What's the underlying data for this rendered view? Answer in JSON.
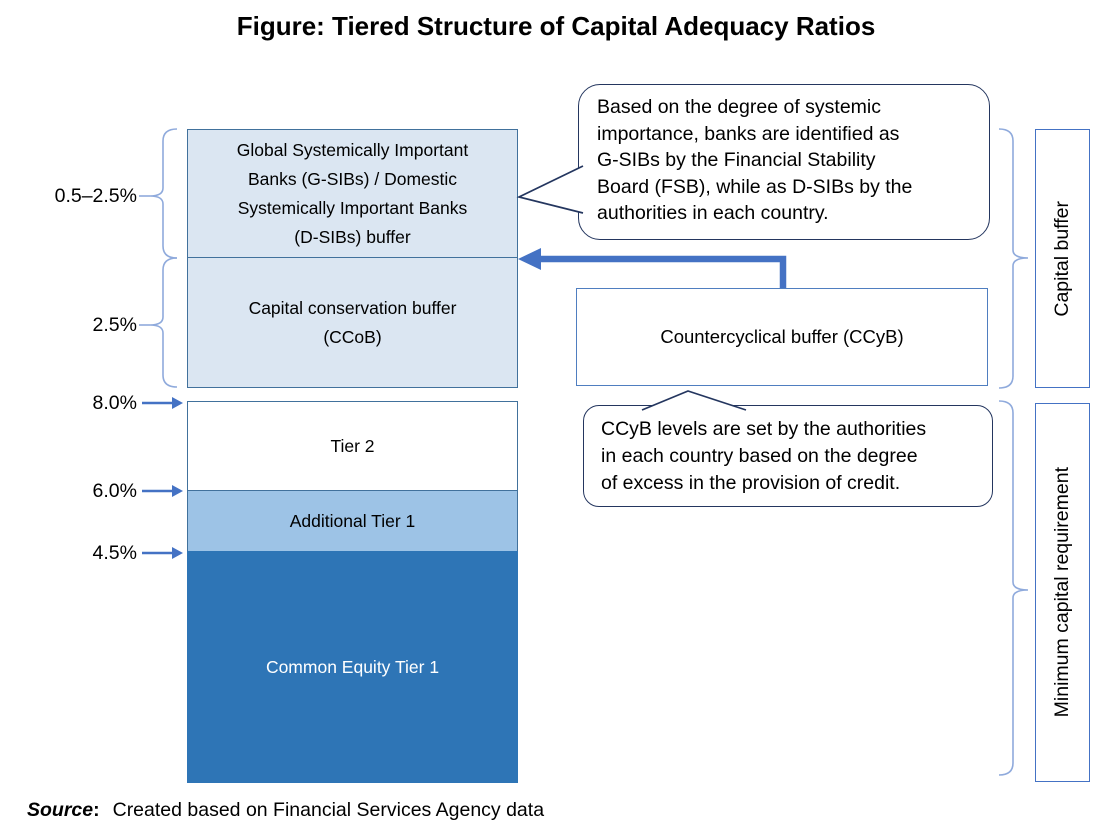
{
  "title": "Figure: Tiered Structure of Capital Adequacy Ratios",
  "stack": {
    "gsib_buffer": {
      "label_lines": [
        "Global Systemically Important",
        "Banks (G-SIBs) / Domestic",
        "Systemically Important Banks",
        "(D-SIBs) buffer"
      ],
      "ratio": "0.5–2.5%"
    },
    "ccob": {
      "label_lines": [
        "Capital conservation buffer",
        "(CCoB)"
      ],
      "ratio": "2.5%"
    },
    "tier2": {
      "label": "Tier 2",
      "threshold": "8.0%"
    },
    "additional_tier1": {
      "label": "Additional Tier 1",
      "threshold": "6.0%"
    },
    "cet1": {
      "label": "Common Equity Tier 1",
      "threshold": "4.5%"
    }
  },
  "ccyb": {
    "label": "Countercyclical buffer (CCyB)"
  },
  "callouts": {
    "sib": {
      "lines": [
        "Based on the degree of systemic",
        "importance, banks are identified as",
        "G-SIBs by the Financial Stability",
        "Board (FSB), while as D-SIBs by the",
        "authorities in each country."
      ]
    },
    "ccyb": {
      "lines": [
        "CCyB levels are set by the authorities",
        "in each country based on the degree",
        "of excess in the provision of credit."
      ]
    }
  },
  "side_labels": {
    "capital_buffer": "Capital buffer",
    "minimum_capital_requirement": "Minimum capital requirement"
  },
  "source": {
    "label": "Source",
    "colon": ":",
    "text": "Created based on Financial Services Agency data"
  },
  "colors": {
    "accent_blue": "#4472c4",
    "stack_border": "#41719c",
    "light_buffer_fill": "#dbe6f2",
    "additional_tier1_fill": "#9dc3e6",
    "cet1_fill": "#2e75b6",
    "brace_blue": "#8faadc",
    "callout_border": "#24365f",
    "ccyb_border": "#4f7ec0"
  }
}
